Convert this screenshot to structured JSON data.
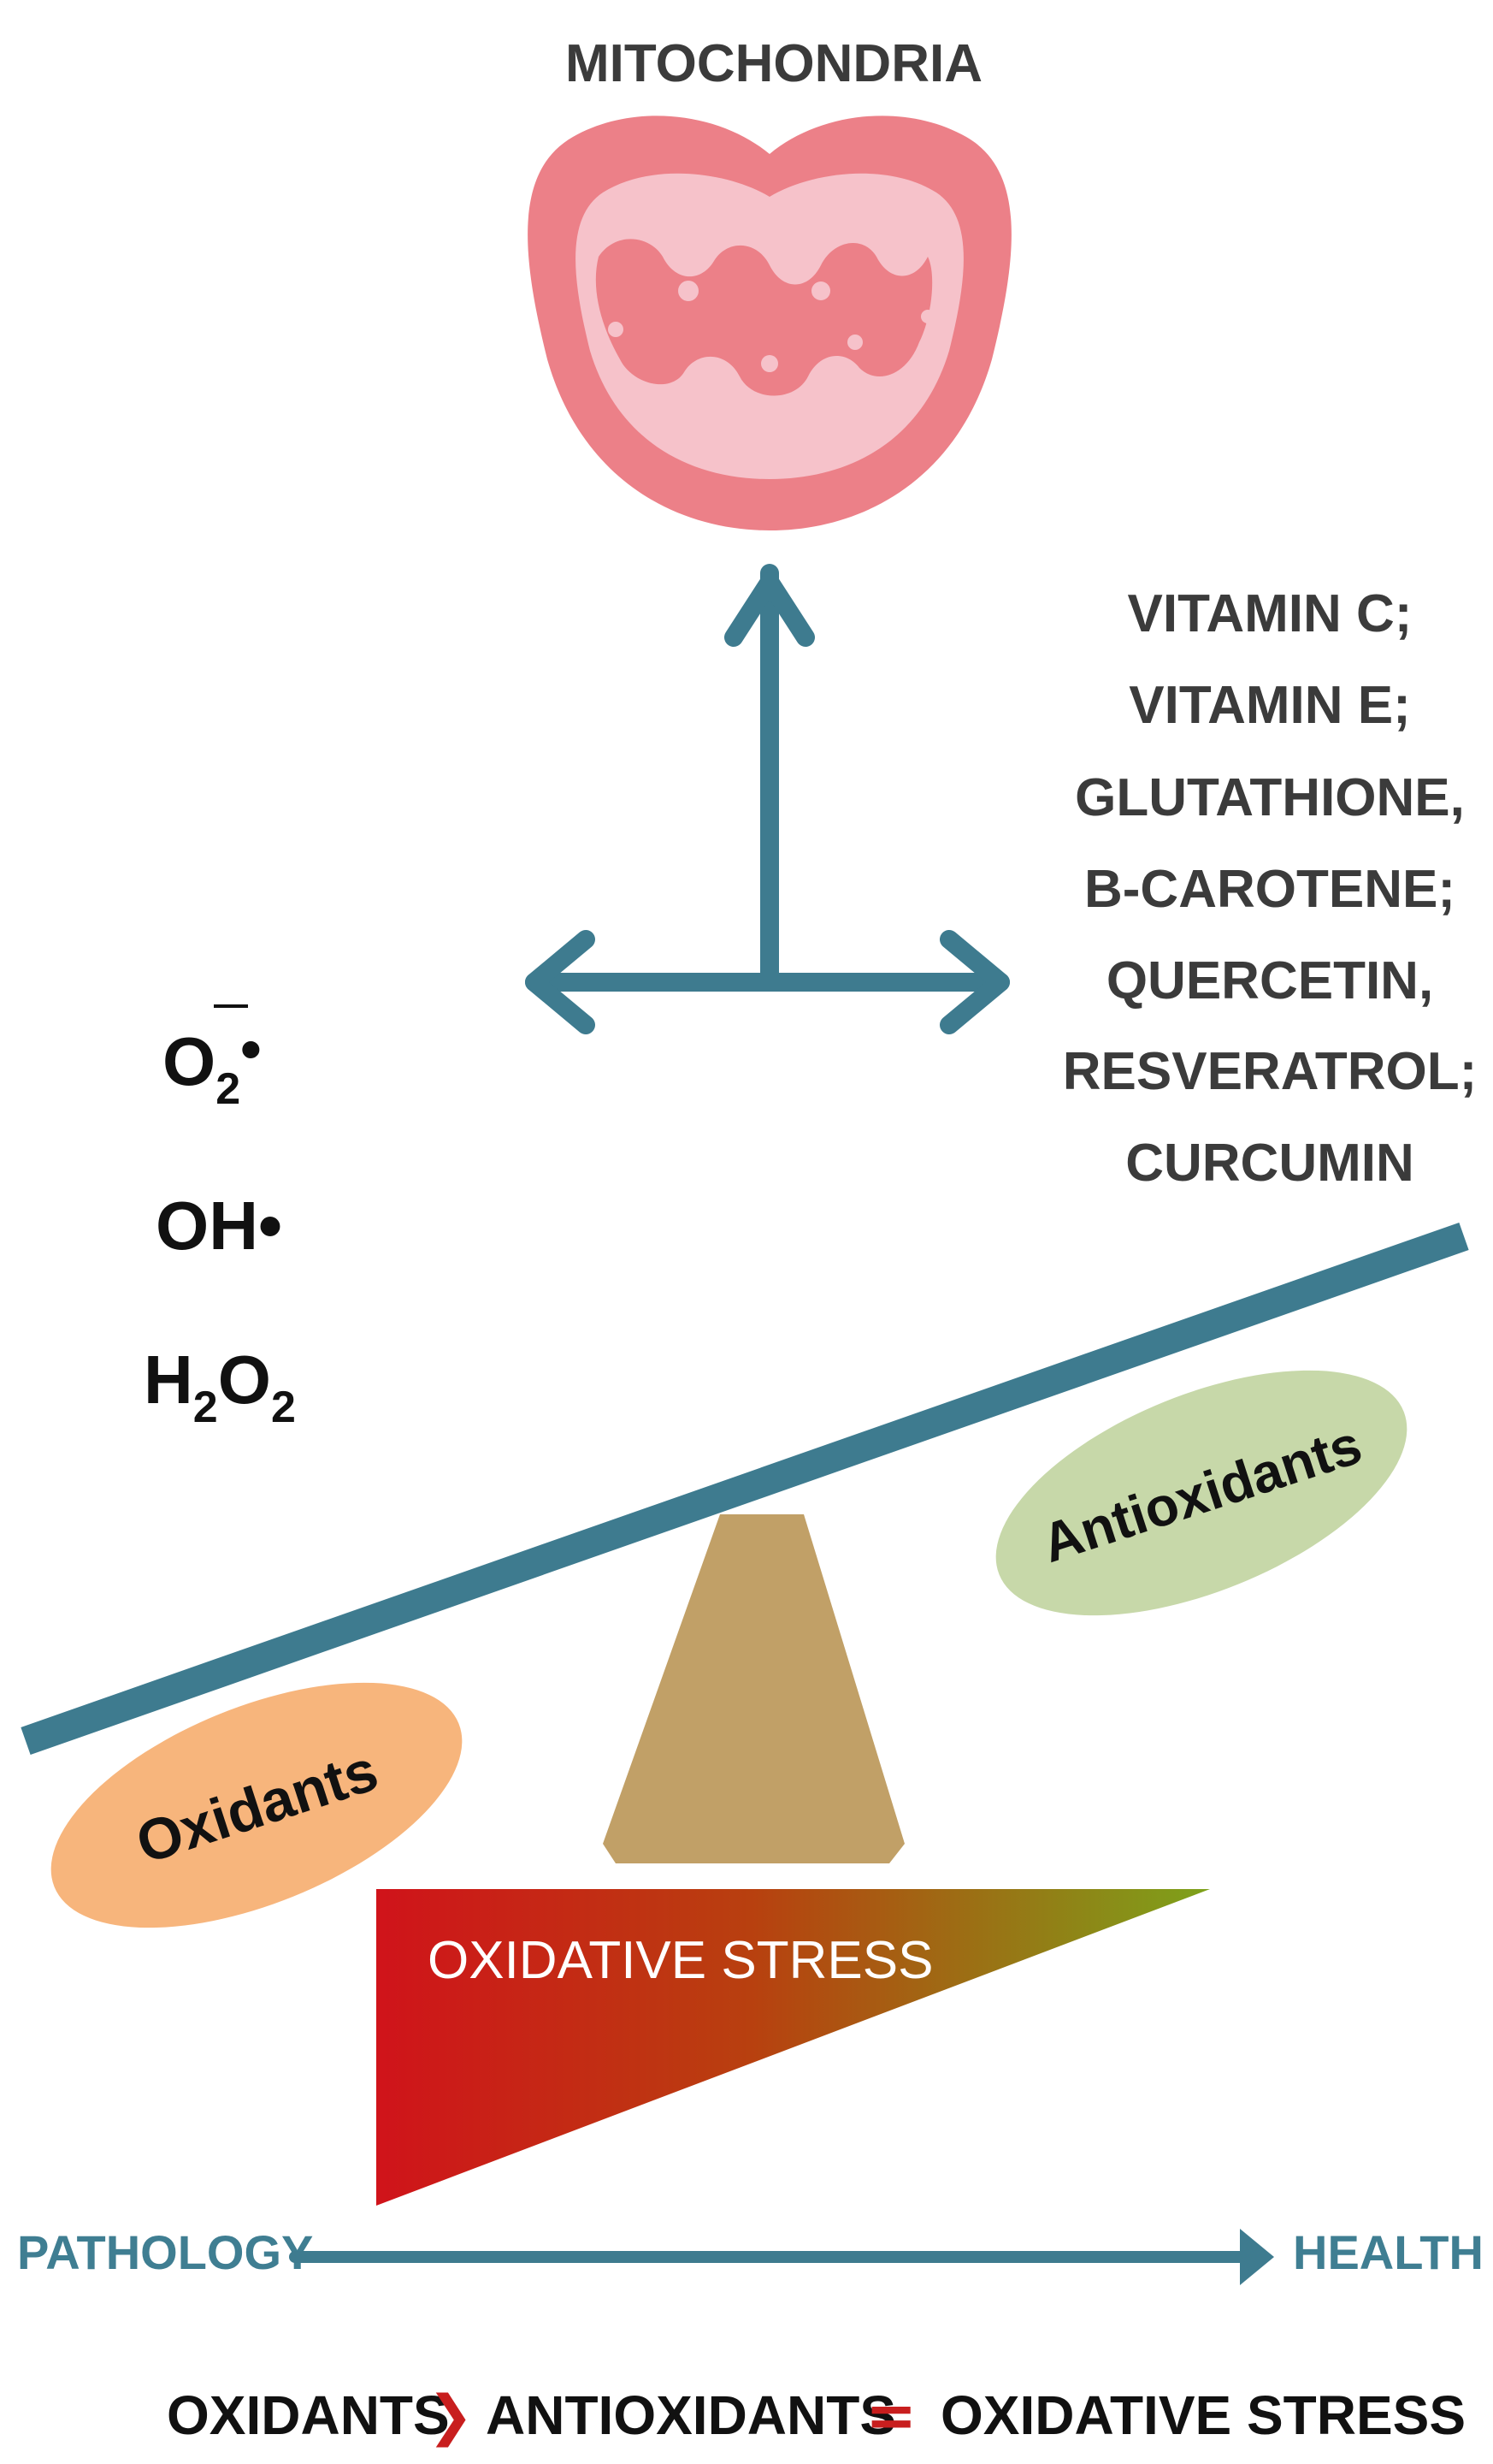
{
  "title": "MITOCHONDRIA",
  "antioxidant_list": [
    "VITAMIN C;",
    "VITAMIN E;",
    "GLUTATHIONE,",
    "B-CAROTENE;",
    "QUERCETIN,",
    "RESVERATROL;",
    "CURCUMIN"
  ],
  "radicals": {
    "superoxide": {
      "base": "O",
      "sub": "2",
      "sup": "•"
    },
    "hydroxyl": "OH•",
    "peroxide": {
      "h": "H",
      "sub1": "2",
      "o": "O",
      "sub2": "2"
    }
  },
  "balance": {
    "oxidants_label": "Oxidants",
    "antioxidants_label": "Antioxidants"
  },
  "stress_wedge_label": "OXIDATIVE STRESS",
  "axis": {
    "left": "PATHOLOGY",
    "right": "HEALTH"
  },
  "equation": {
    "term1": "OXIDANTS",
    "operator1": "❯",
    "term2": "ANTIOXIDANTS",
    "operator2": "=",
    "result": "OXIDATIVE STRESS"
  },
  "colors": {
    "teal": "#3e7b8f",
    "mito_outer": "#ec8088",
    "mito_inner": "#f6c2ca",
    "oxidants_ellipse": "#f7b57c",
    "antioxidants_ellipse": "#c7d8a9",
    "fulcrum": "#c1a067",
    "wedge_red": "#d0131a",
    "wedge_green": "#7da21a",
    "operator_red": "#c81e1e"
  }
}
